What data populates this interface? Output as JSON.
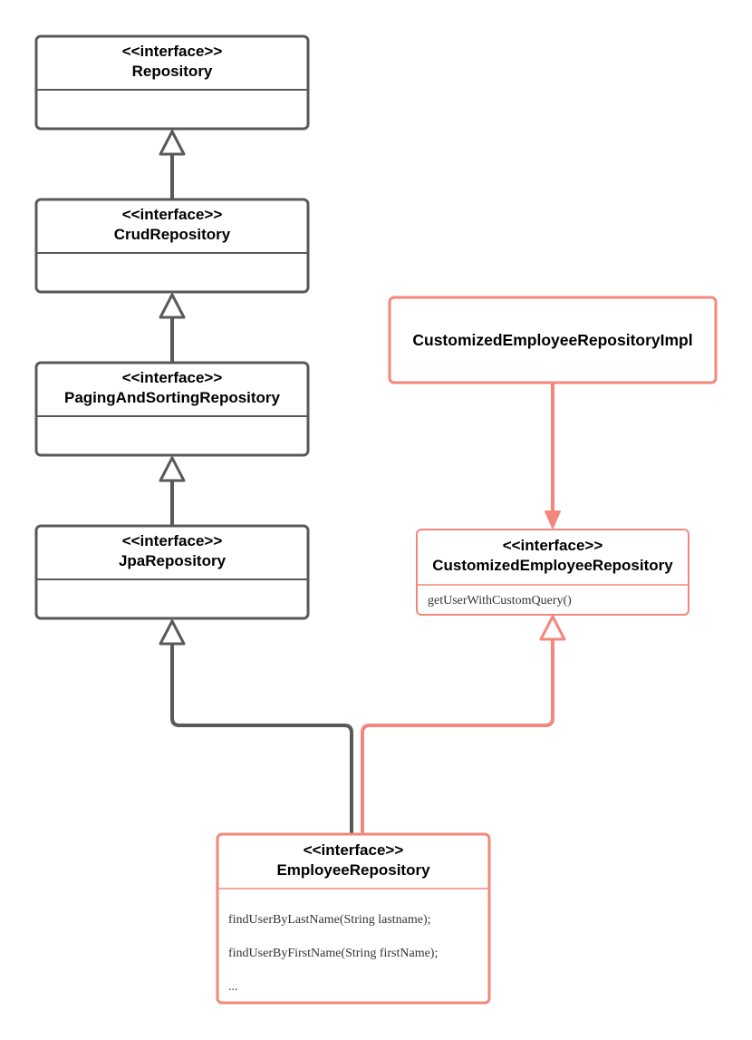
{
  "colors": {
    "gray": "#595959",
    "salmon": "#f4877b",
    "text": "#000000"
  },
  "nodes": {
    "repository": {
      "stereotype": "<<interface>>",
      "name": "Repository"
    },
    "crud": {
      "stereotype": "<<interface>>",
      "name": "CrudRepository"
    },
    "paging": {
      "stereotype": "<<interface>>",
      "name": "PagingAndSortingRepository"
    },
    "jpa": {
      "stereotype": "<<interface>>",
      "name": "JpaRepository"
    },
    "impl": {
      "name": "CustomizedEmployeeRepositoryImpl"
    },
    "customized": {
      "stereotype": "<<interface>>",
      "name": "CustomizedEmployeeRepository",
      "methods": [
        "getUserWithCustomQuery()"
      ]
    },
    "employee": {
      "stereotype": "<<interface>>",
      "name": "EmployeeRepository",
      "methods": [
        "findUserByLastName(String lastname);",
        "findUserByFirstName(String firstName);",
        "..."
      ]
    }
  },
  "edges": [
    {
      "from": "crud",
      "to": "repository",
      "kind": "generalization"
    },
    {
      "from": "paging",
      "to": "crud",
      "kind": "generalization"
    },
    {
      "from": "jpa",
      "to": "paging",
      "kind": "generalization"
    },
    {
      "from": "employee",
      "to": "jpa",
      "kind": "generalization"
    },
    {
      "from": "employee",
      "to": "customized",
      "kind": "generalization"
    },
    {
      "from": "impl",
      "to": "customized",
      "kind": "dependency"
    }
  ]
}
